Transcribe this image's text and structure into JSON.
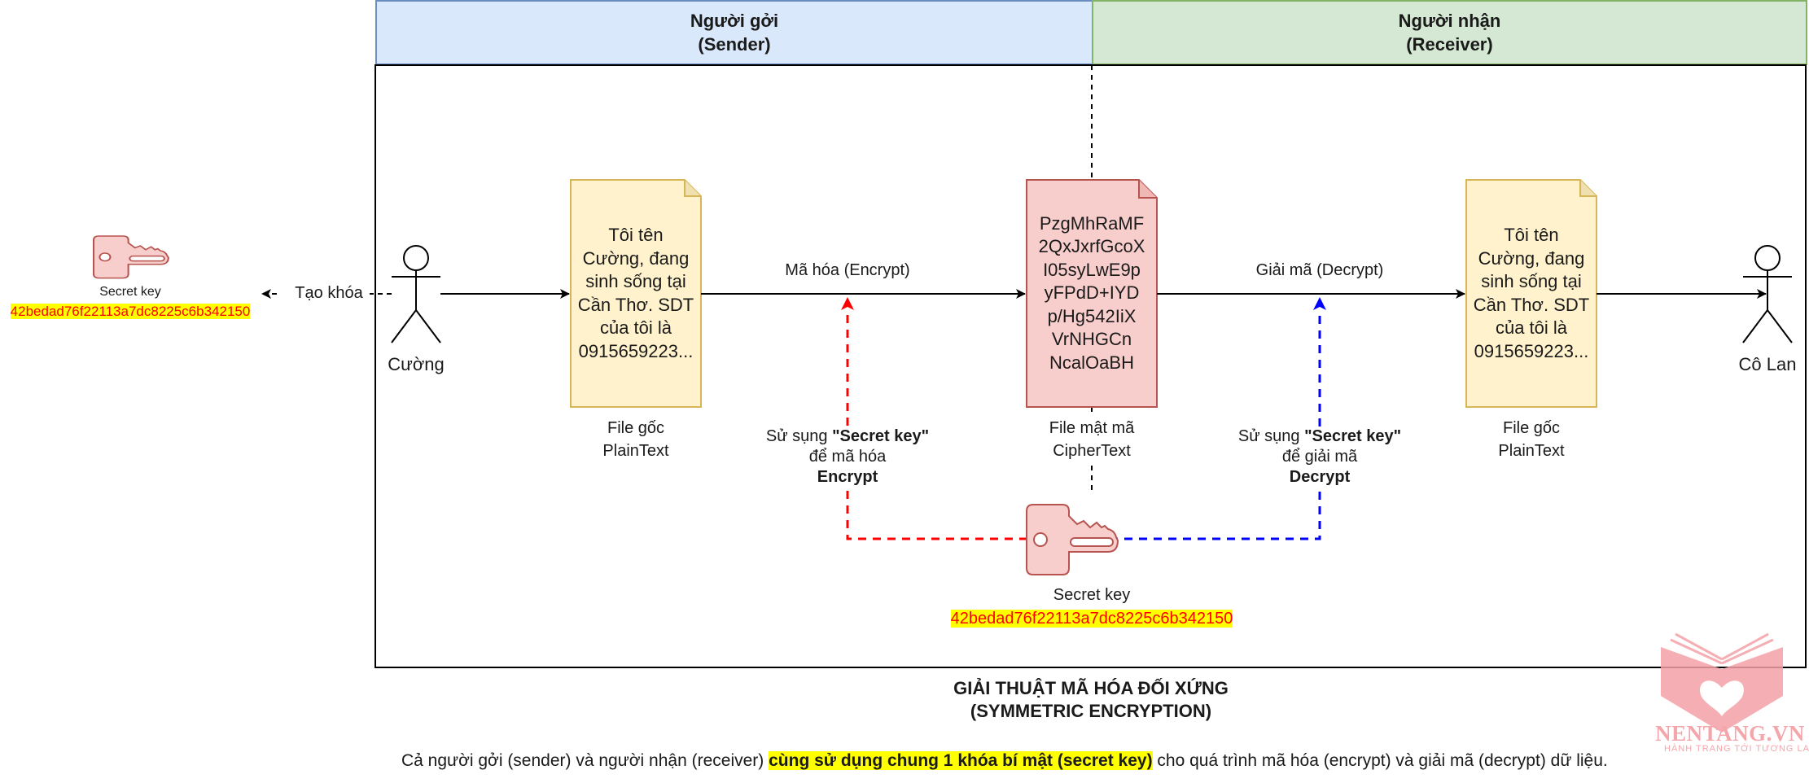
{
  "lanes": {
    "sender": {
      "title": "Người gởi",
      "subtitle": "(Sender)"
    },
    "receiver": {
      "title": "Người nhận",
      "subtitle": "(Receiver)"
    }
  },
  "actors": {
    "sender": {
      "name": "Cường",
      "icon": "person-icon"
    },
    "receiver": {
      "name": "Cô Lan",
      "icon": "person-icon"
    }
  },
  "generated_key": {
    "icon": "key-icon",
    "label": "Secret key",
    "value": "42bedad76f22113a7dc8225c6b342150",
    "arrow_label": "Tạo khóa"
  },
  "documents": {
    "plaintext_source": {
      "lines": [
        "Tôi tên",
        "Cường, đang",
        "sinh sống tại",
        "Cần Thơ. SDT",
        "của tôi là",
        "0915659223..."
      ],
      "caption_line1": "File gốc",
      "caption_line2": "PlainText"
    },
    "ciphertext": {
      "lines": [
        "PzgMhRaMF",
        "2QxJxrfGcoX",
        "I05syLwE9p",
        "yFPdD+IYD",
        "p/Hg542IiX",
        "VrNHGCn",
        "NcalOaBH"
      ],
      "caption_line1": "File mật mã",
      "caption_line2": "CipherText"
    },
    "plaintext_result": {
      "lines": [
        "Tôi tên",
        "Cường, đang",
        "sinh sống tại",
        "Cần Thơ. SDT",
        "của tôi là",
        "0915659223..."
      ],
      "caption_line1": "File gốc",
      "caption_line2": "PlainText"
    }
  },
  "flows": {
    "encrypt": {
      "label": "Mã hóa (Encrypt)",
      "note_prefix": "Sử sụng ",
      "note_key": "\"Secret key\"",
      "note_line2": "để mã hóa",
      "note_line3": "Encrypt",
      "color": "#ff0000"
    },
    "decrypt": {
      "label": "Giải mã (Decrypt)",
      "note_prefix": "Sử sụng ",
      "note_key": "\"Secret key\"",
      "note_line2": "để giải mã",
      "note_line3": "Decrypt",
      "color": "#0000ff"
    }
  },
  "shared_key": {
    "icon": "key-icon",
    "label": "Secret key",
    "value": "42bedad76f22113a7dc8225c6b342150"
  },
  "title": {
    "line1": "GIẢI THUẬT MÃ HÓA ĐỐI XỨNG",
    "line2": "(SYMMETRIC ENCRYPTION)"
  },
  "caption": {
    "before": "Cả người gởi (sender) và người nhận (receiver) ",
    "highlight": "cùng sử dụng chung 1 khóa bí mật (secret key)",
    "after": " cho quá trình mã hóa (encrypt) và giải mã (decrypt) dữ liệu."
  },
  "watermark": {
    "brand": "NENTANG.VN",
    "tagline": "HÀNH TRANG TỚI TƯƠNG LAI",
    "icon": "book-heart-logo-icon"
  },
  "colors": {
    "sender_lane_fill": "#dae8fc",
    "sender_lane_stroke": "#6c8ebf",
    "receiver_lane_fill": "#d5e8d4",
    "receiver_lane_stroke": "#82b366",
    "plaintext_fill": "#fff2cc",
    "plaintext_stroke": "#d6b656",
    "cipher_fill": "#f8cecc",
    "cipher_stroke": "#b85450",
    "highlight": "#ffff00",
    "key_value_text": "#ff0000"
  }
}
